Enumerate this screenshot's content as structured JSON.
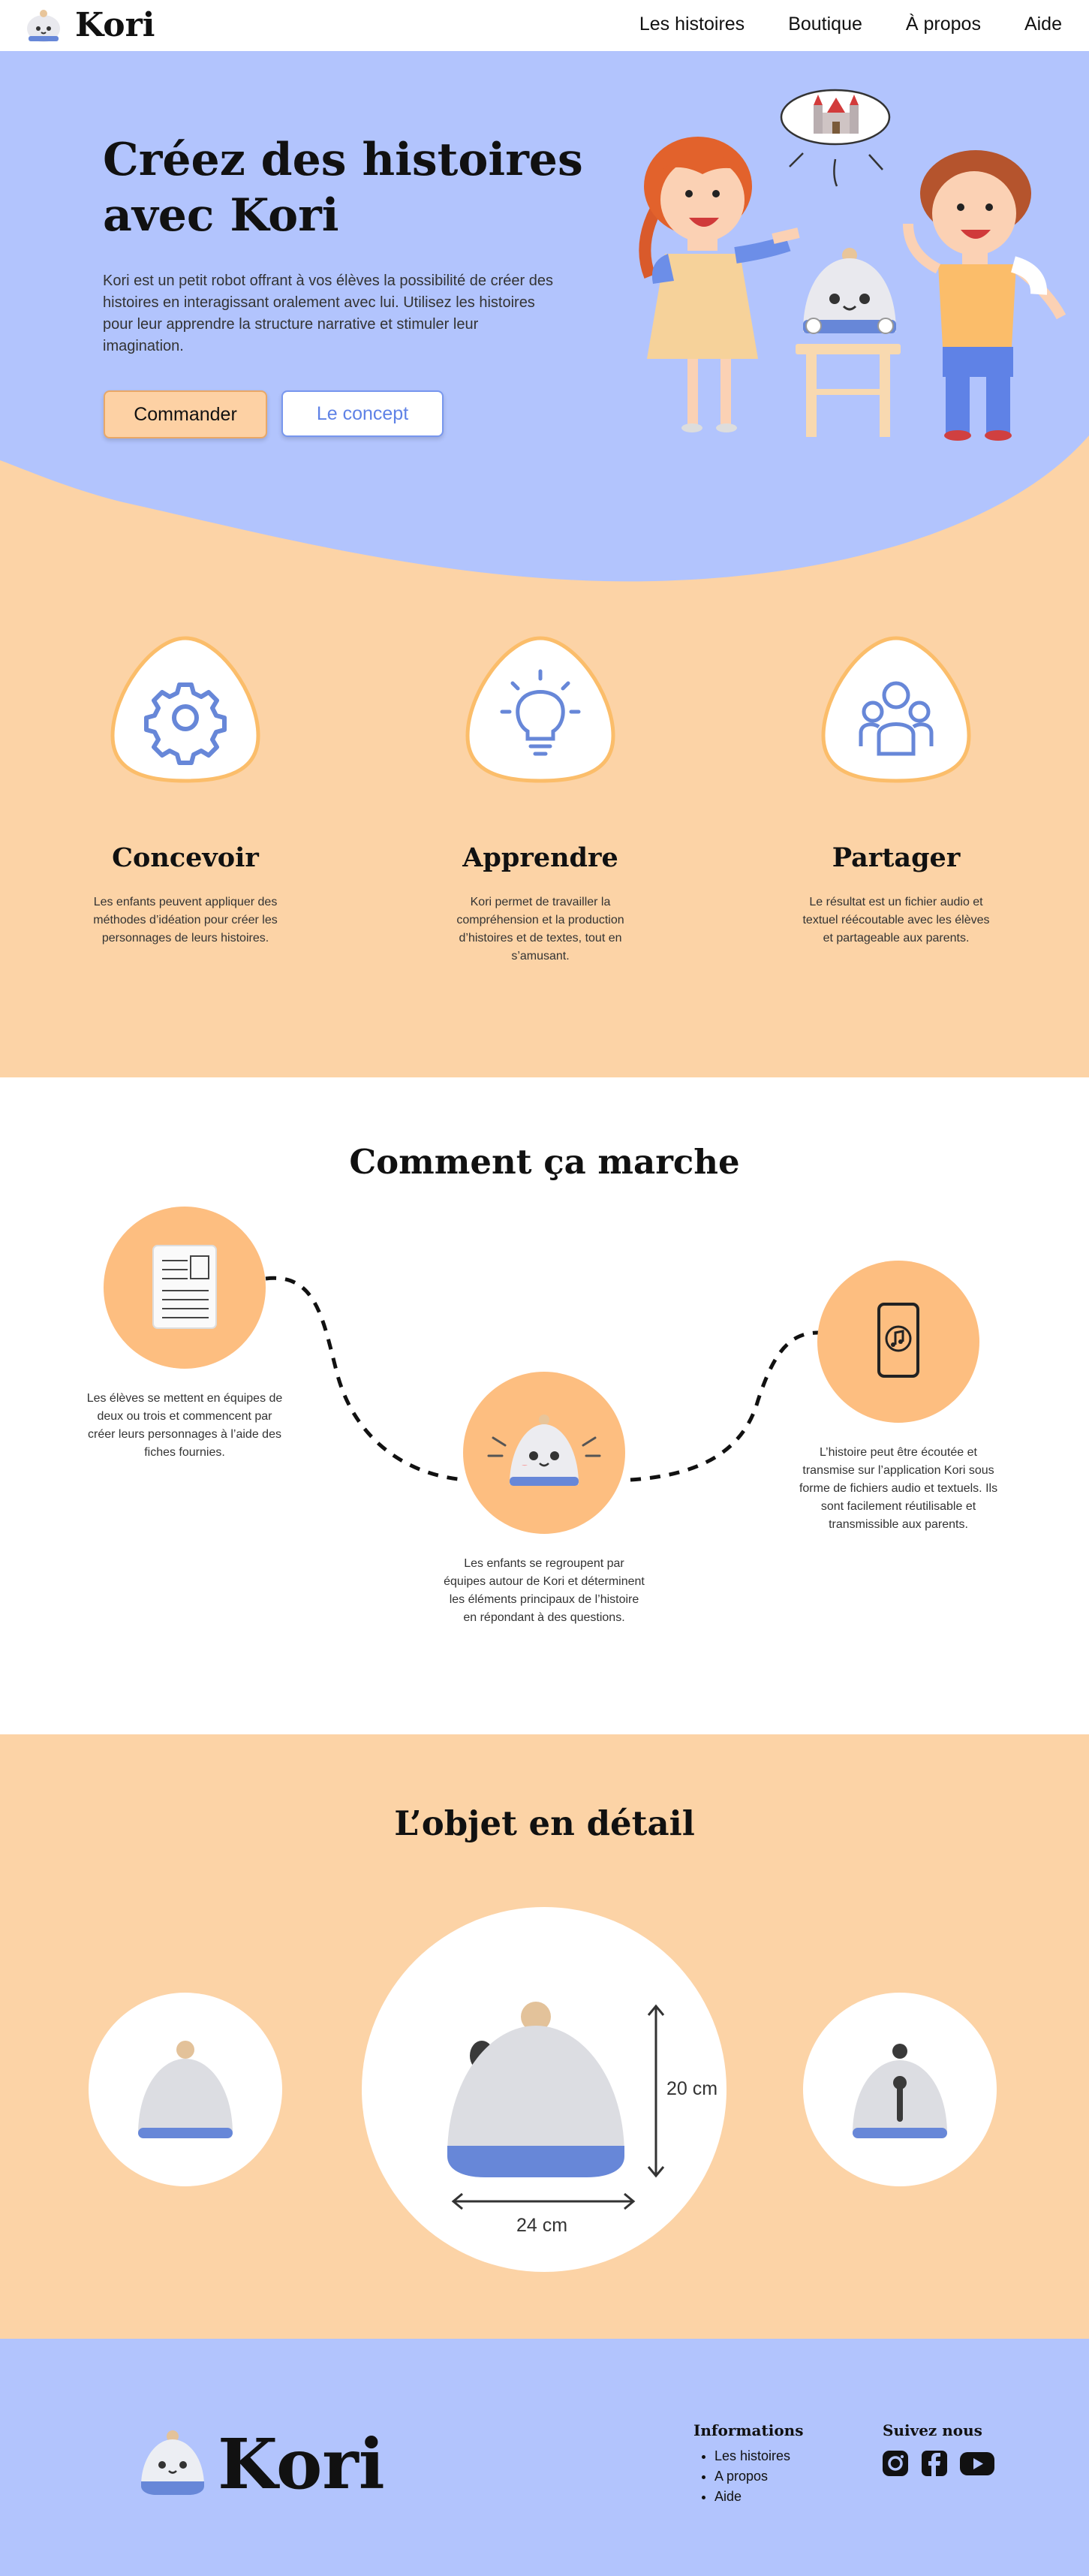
{
  "nav": {
    "brand": "Kori",
    "links": [
      "Les histoires",
      "Boutique",
      "À propos",
      "Aide"
    ]
  },
  "hero": {
    "title": "Créez des histoires avec Kori",
    "text": "Kori est un petit robot offrant à vos élèves la possibilité de créer des histoires en interagissant oralement avec lui. Utilisez les histoires pour leur apprendre la structure narrative et stimuler leur imagination.",
    "cta_primary": "Commander",
    "cta_secondary": "Le concept"
  },
  "features": [
    {
      "icon": "gear-icon",
      "title": "Concevoir",
      "text": "Les enfants peuvent appliquer des méthodes d’idéation pour créer les personnages de leurs histoires."
    },
    {
      "icon": "lightbulb-icon",
      "title": "Apprendre",
      "text": "Kori permet de travailler la compréhension et la production d’histoires et de textes, tout en s’amusant."
    },
    {
      "icon": "users-icon",
      "title": "Partager",
      "text": "Le résultat est un fichier audio et textuel réécoutable avec les élèves et partageable aux parents."
    }
  ],
  "how": {
    "title": "Comment ça marche",
    "steps": [
      {
        "icon": "document-icon",
        "text": "Les élèves se mettent en équipes de deux ou trois et commencent par créer leurs personnages à l’aide des fiches fournies."
      },
      {
        "icon": "robot-icon",
        "text": "Les enfants se regroupent par équipes autour de Kori et déterminent les éléments principaux de l’histoire en répondant à des questions."
      },
      {
        "icon": "phone-music-icon",
        "text": "L’histoire peut être écoutée et transmise sur l’application Kori sous forme de fichiers audio et textuels. Ils sont facilement réutilisable et transmissible aux parents."
      }
    ]
  },
  "detail": {
    "title": "L’objet en détail",
    "height_label": "20 cm",
    "width_label": "24 cm"
  },
  "footer": {
    "brand": "Kori",
    "info_title": "Informations",
    "info_links": [
      "Les histoires",
      "A propos",
      "Aide"
    ],
    "social_title": "Suivez nous",
    "social_icons": [
      "instagram-icon",
      "facebook-icon",
      "youtube-icon"
    ]
  },
  "colors": {
    "blue": "#b2c4fd",
    "orange": "#fcd3a6",
    "orange_circle": "#fdbe80",
    "accent_blue": "#5f82e6"
  }
}
